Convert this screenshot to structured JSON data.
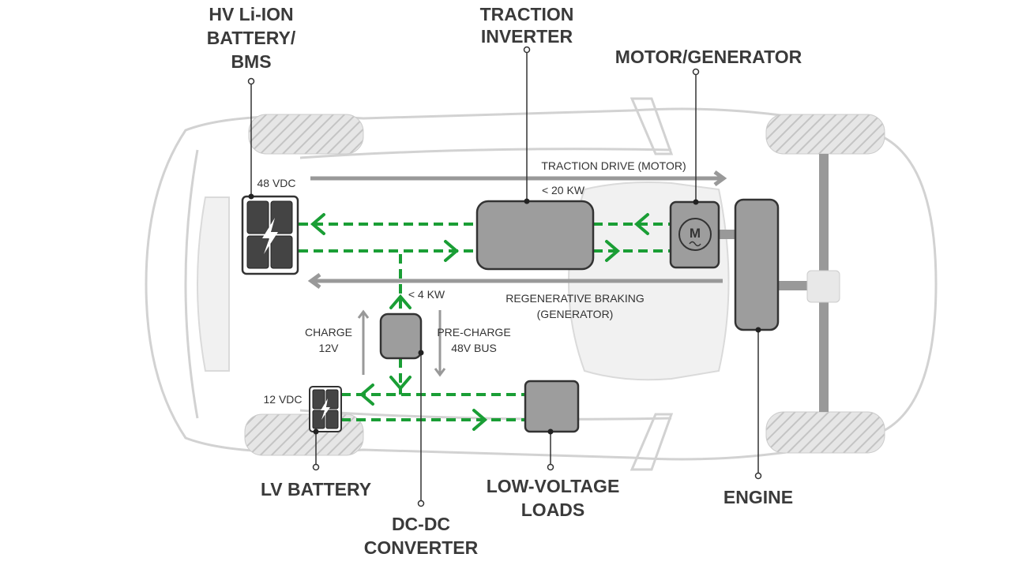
{
  "labels": {
    "hv_battery": [
      "HV Li-ION",
      "BATTERY/",
      "BMS"
    ],
    "traction_inverter": [
      "TRACTION",
      "INVERTER"
    ],
    "motor_generator": "MOTOR/GENERATOR",
    "lv_battery": "LV BATTERY",
    "dcdc_converter": [
      "DC-DC",
      "CONVERTER"
    ],
    "low_voltage_loads": [
      "LOW-VOLTAGE",
      "LOADS"
    ],
    "engine": "ENGINE"
  },
  "annotations": {
    "hv_voltage": "48 VDC",
    "lv_voltage": "12 VDC",
    "inverter_power": "< 20 KW",
    "dcdc_power": "< 4 KW",
    "traction_drive": "TRACTION DRIVE (MOTOR)",
    "regen": [
      "REGENERATIVE BRAKING",
      "(GENERATOR)"
    ],
    "charge": [
      "CHARGE",
      "12V"
    ],
    "precharge": [
      "PRE-CHARGE",
      "48V BUS"
    ],
    "motor_symbol": "M"
  },
  "colors": {
    "power_flow": "#1a9e35",
    "component": "#9d9d9d",
    "arrow": "#999999"
  },
  "icons": [
    "battery-bolt-icon",
    "motor-icon"
  ]
}
